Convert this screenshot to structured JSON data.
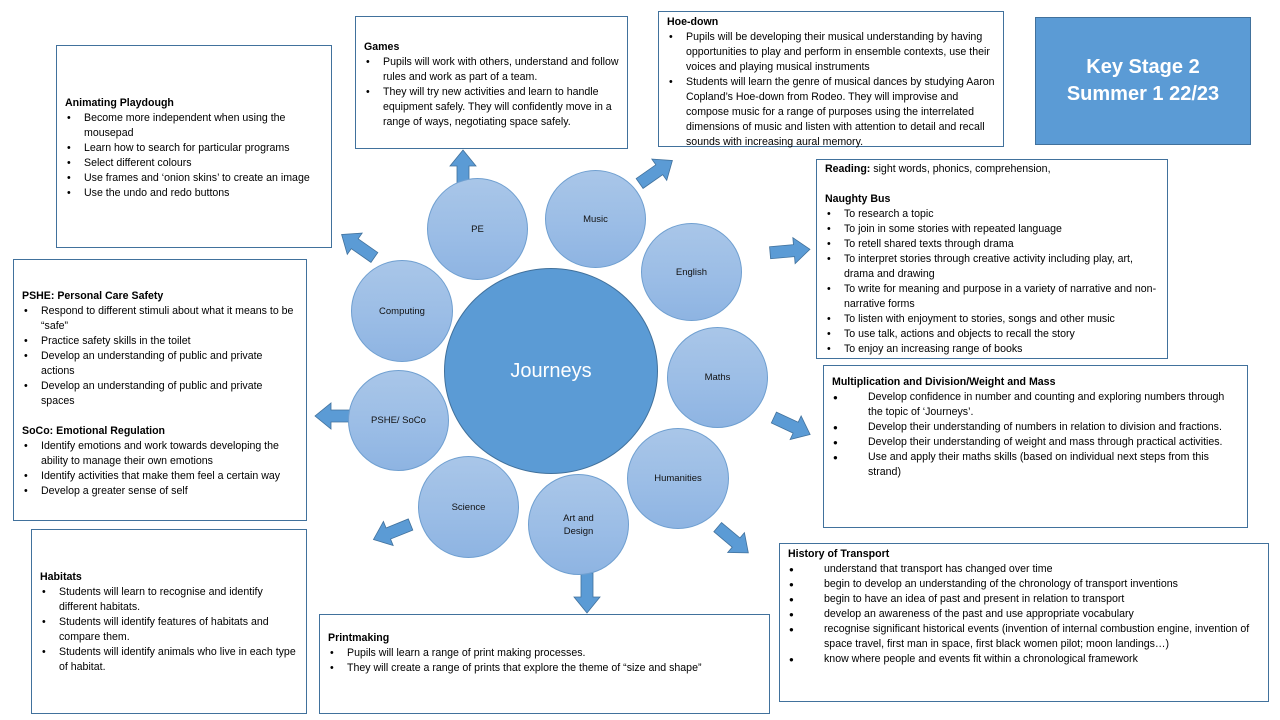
{
  "title": {
    "line1": "Key Stage 2",
    "line2": "Summer 1 22/23"
  },
  "hub": {
    "label": "Journeys"
  },
  "subjects": {
    "pe": "PE",
    "music": "Music",
    "english": "English",
    "maths": "Maths",
    "humanities": "Humanities",
    "art_line1": "Art and",
    "art_line2": "Design",
    "science": "Science",
    "pshe": "PSHE/ SoCo",
    "computing": "Computing"
  },
  "computing": {
    "heading": "Animating Playdough",
    "items": [
      "Become more independent when using the mousepad",
      "Learn how to search for particular programs",
      "Select different colours",
      "Use frames and ‘onion skins’ to create an image",
      "Use the undo and redo buttons"
    ]
  },
  "pe": {
    "heading": "Games",
    "items": [
      "Pupils will work with others, understand and follow rules and work as part of a team.",
      "They will try new activities and learn to handle equipment safely.  They will confidently move in a range of ways, negotiating space safely."
    ]
  },
  "music": {
    "heading": "Hoe-down",
    "items": [
      "Pupils will be developing their musical understanding by having opportunities to play and perform in ensemble contexts, use their voices and playing musical instruments",
      "Students will learn the genre of musical dances by studying Aaron Copland’s Hoe-down from Rodeo. They will improvise and compose music for a range of purposes using the interrelated dimensions of music and listen with attention to detail and recall sounds with increasing aural memory."
    ]
  },
  "english": {
    "reading_label": "Reading:",
    "reading_text": " sight words, phonics, comprehension,",
    "heading": "Naughty Bus",
    "items": [
      "To research a topic",
      "To join in some stories with repeated language",
      "To retell shared texts through drama",
      "To interpret stories through creative activity including play, art, drama and drawing",
      "To write for meaning and purpose in a variety of narrative and non-narrative forms",
      "To listen with enjoyment to stories, songs and other music",
      "To use talk, actions and objects to recall the story",
      "To enjoy an increasing range of books"
    ]
  },
  "pshe": {
    "heading1": "PSHE: Personal Care Safety",
    "items1": [
      "Respond to different stimuli about what it means to be “safe”",
      "Practice safety skills in the toilet",
      "Develop an understanding of public and private actions",
      "Develop an understanding of public and private spaces"
    ],
    "heading2": "SoCo: Emotional Regulation",
    "items2": [
      "Identify emotions and work towards developing the ability to manage their own emotions",
      "Identify activities that make them feel a certain way",
      "Develop a greater sense of self"
    ]
  },
  "maths": {
    "heading": "Multiplication and Division/Weight and Mass",
    "items": [
      "Develop confidence in number and counting and exploring numbers through the topic of ‘Journeys’.",
      "Develop their understanding of numbers in relation to division and fractions.",
      "Develop their understanding of weight and mass through practical activities.",
      "Use and apply their maths skills (based on individual next steps from this strand)"
    ]
  },
  "science": {
    "heading": "Habitats",
    "items": [
      "Students will learn to recognise and identify different habitats.",
      "Students will identify features of habitats and compare them.",
      "Students will identify animals who live in each type of habitat."
    ]
  },
  "art": {
    "heading": "Printmaking",
    "items": [
      "Pupils will learn a range of print making processes.",
      "They will create a range of prints that explore the theme of “size and shape”"
    ]
  },
  "humanities": {
    "heading": "History of Transport",
    "items": [
      "understand that transport has changed over time",
      "begin to develop an understanding of the chronology of transport inventions",
      "begin to have an idea of past and present   in relation to transport",
      "develop an awareness of the past and use appropriate vocabulary",
      "recognise significant historical events (invention of internal combustion engine, invention of space travel, first man in space, first black women pilot; moon landings…)",
      "know where people and events fit within a chronological framework"
    ]
  }
}
